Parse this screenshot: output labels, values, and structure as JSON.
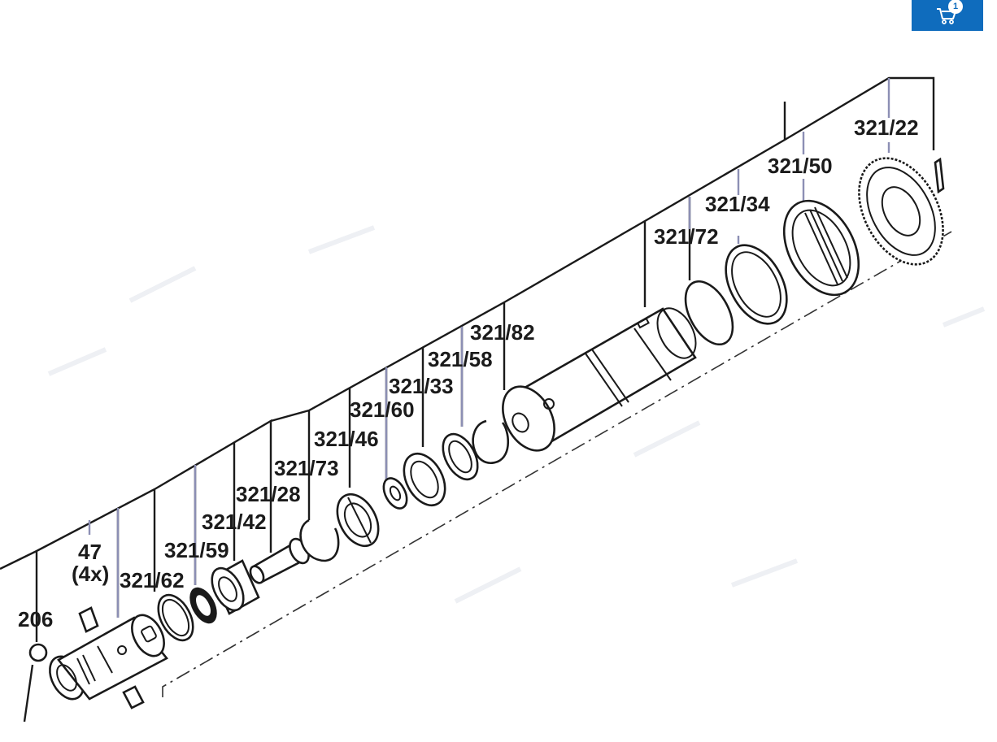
{
  "cart": {
    "count": "1",
    "icon": "shopping-cart-icon",
    "background": "#0f6cbd"
  },
  "diagram": {
    "parts": {
      "p206": "206",
      "p47": "47",
      "p47_qty": "(4x)",
      "p321_62": "321/62",
      "p321_59": "321/59",
      "p321_42": "321/42",
      "p321_28": "321/28",
      "p321_73": "321/73",
      "p321_46": "321/46",
      "p321_60": "321/60",
      "p321_33": "321/33",
      "p321_58": "321/58",
      "p321_82": "321/82",
      "p321_72": "321/72",
      "p321_34": "321/34",
      "p321_50": "321/50",
      "p321_22": "321/22"
    }
  }
}
